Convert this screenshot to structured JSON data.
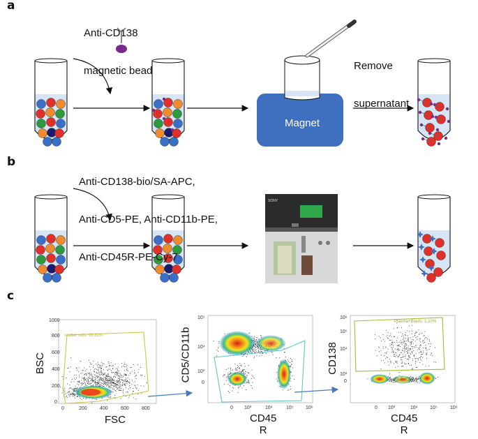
{
  "panel_a": {
    "letter": "a",
    "bead_label_line1": "Anti-CD138",
    "bead_label_line2": "magnetic bead",
    "magnet_label": "Magnet",
    "remove_label_line1": "Remove",
    "remove_label_line2": "supernatant"
  },
  "panel_b": {
    "letter": "b",
    "antibody_line1": "Anti-CD138-bio/SA-APC,",
    "antibody_line2": "Anti-CD5-PE, Anti-CD11b-PE,",
    "antibody_line3": "Anti-CD45R-PE-Cy-7",
    "device_brand": "SONY"
  },
  "panel_c": {
    "letter": "c",
    "plot1": {
      "ylabel": "BSC",
      "xlabel": "FSC",
      "gate_label": "scatter cells: 99.81%",
      "yticks": [
        "1000",
        "800",
        "600",
        "400",
        "200",
        "0"
      ],
      "xticks": [
        "0",
        "200",
        "400",
        "600",
        "800"
      ]
    },
    "plot2": {
      "ylabel": "CD5/CD11b",
      "xlabel_line1": "CD45",
      "xlabel_line2": "R",
      "yticks": [
        "10⁵",
        "10⁴",
        "10³",
        "0"
      ],
      "xticks": [
        "0",
        "10³",
        "10⁴",
        "10⁵",
        "10⁶"
      ]
    },
    "plot3": {
      "ylabel": "CD138",
      "xlabel_line1": "CD45",
      "xlabel_line2": "R",
      "gate_label": "Plasma+Blasts: 1.10%",
      "yticks": [
        "10⁶",
        "10⁵",
        "10⁴",
        "10³",
        "0"
      ],
      "xticks": [
        "0",
        "10³",
        "10⁴",
        "10⁵",
        "10⁶"
      ]
    }
  },
  "colors": {
    "magnet": "#3f6fbf",
    "bead": "#7b2a8c",
    "cell_red": "#e0302a",
    "cell_blue": "#3a6fc8",
    "cell_green": "#2d9a3e",
    "cell_orange": "#ef8a2e",
    "cell_navy": "#1a1a6e",
    "liquid": "#d7e4f3",
    "gate_yellow": "#c8c84a",
    "gate_cyan": "#5fc6c8"
  }
}
